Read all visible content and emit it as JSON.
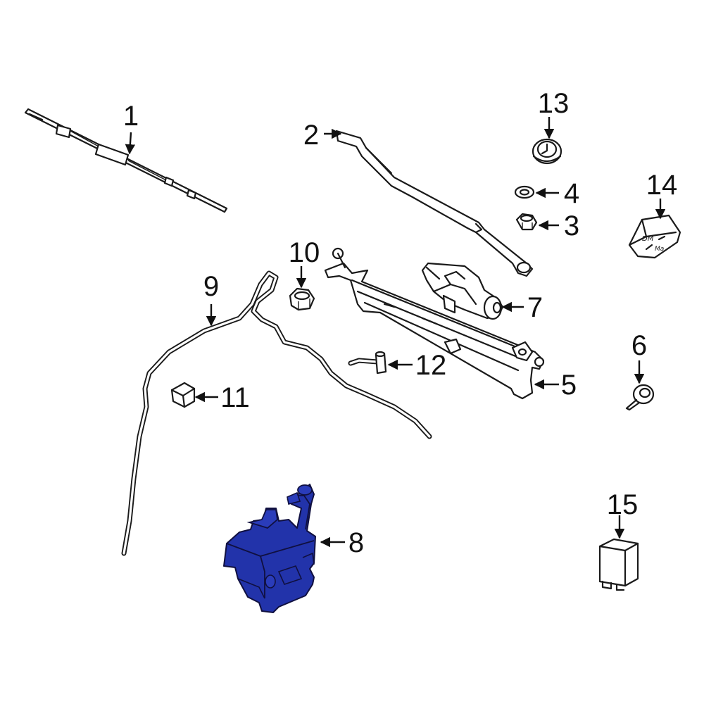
{
  "callouts": {
    "p1": "1",
    "p2": "2",
    "p3": "3",
    "p4": "4",
    "p5": "5",
    "p6": "6",
    "p7": "7",
    "p8": "8",
    "p9": "9",
    "p10": "10",
    "p11": "11",
    "p12": "12",
    "p13": "13",
    "p14": "14",
    "p15": "15"
  },
  "colors": {
    "highlight": "#2233aa",
    "line": "#1a1a1a",
    "background": "#ffffff"
  },
  "highlighted_part": "8"
}
